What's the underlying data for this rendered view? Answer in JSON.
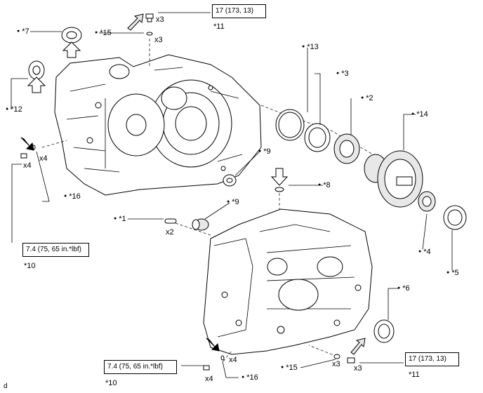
{
  "callouts": {
    "c1": "*1",
    "c2": "*2",
    "c3": "*3",
    "c4": "*4",
    "c5": "*5",
    "c6": "*6",
    "c7": "*7",
    "c8": "*8",
    "c9a": "*9",
    "c9b": "*9",
    "c10a": "*10",
    "c10b": "*10",
    "c11a": "*11",
    "c11b": "*11",
    "c12": "*12",
    "c13": "*13",
    "c14": "*14",
    "c15a": "*15",
    "c15b": "*15",
    "c16a": "*16",
    "c16b": "*16"
  },
  "quantities": {
    "x3_top_bolt": "x3",
    "x3_top_ring": "x3",
    "x4_left_ring": "x4",
    "x4_left_bolt": "x4",
    "x2_pins": "x2",
    "x4_bottom_ring": "x4",
    "x4_bottom_bolt": "x4",
    "x3_bottom_ring": "x3",
    "x3_bottom_bolt": "x3"
  },
  "torque": {
    "top_right": "17 (173, 13)",
    "bottom_right": "17 (173, 13)",
    "left_mid": "7.4 (75, 65 in.*lbf)",
    "bottom_left": "7.4 (75, 65 in.*lbf)"
  },
  "corner_mark": "d"
}
